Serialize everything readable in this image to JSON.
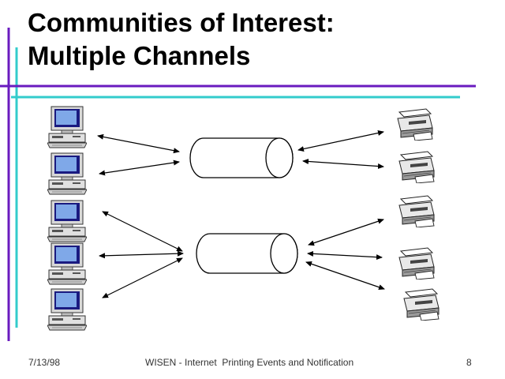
{
  "slide": {
    "title_line1": "Communities of Interest:",
    "title_line2": "Multiple Channels"
  },
  "footer": {
    "date": "7/13/98",
    "center_text": "WISEN - Internet  Printing Events and Notification",
    "page_number": "8"
  },
  "colors": {
    "accent_purple": "#6a1bbf",
    "accent_cyan": "#33cccc"
  },
  "diagram": {
    "clients_icon": "desktop-computer-icon",
    "printers_icon": "printer-icon",
    "channel_shape": "cylinder"
  }
}
